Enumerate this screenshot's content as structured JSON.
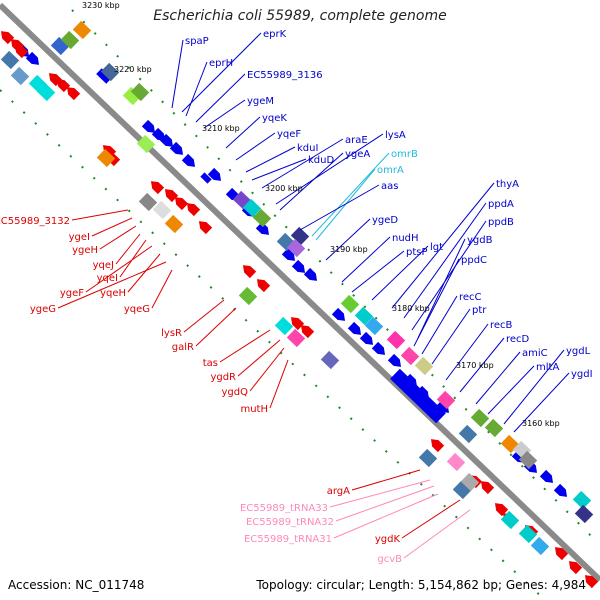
{
  "title": "Escherichia coli 55989, complete genome",
  "accession": "Accession: NC_011748",
  "stats": "Topology: circular; Length: 5,154,862 bp; Genes: 4,984",
  "colors": {
    "forward_label": "#0000cc",
    "reverse_label": "#dd0000",
    "rna_label": "#22bbdd",
    "trna_label": "#ff88bb",
    "backbone": "#8a8a8a"
  },
  "ticks": [
    "3230 kbp",
    "3220 kbp",
    "3210 kbp",
    "3200 kbp",
    "3190 kbp",
    "3180 kbp",
    "3170 kbp",
    "3160 kbp"
  ],
  "forward_labels": [
    "spaP",
    "eprK",
    "eprH",
    "EC55989_3136",
    "ygeM",
    "yqeK",
    "yqeF",
    "kduI",
    "araE",
    "lysA",
    "kduD",
    "ygeA",
    "omrB",
    "omrA",
    "aas",
    "ygeD",
    "nudH",
    "ptsP",
    "lgt",
    "thyA",
    "ppdA",
    "ppdB",
    "ygdB",
    "ppdC",
    "recC",
    "ptr",
    "recB",
    "recD",
    "amiC",
    "mltA",
    "ygdL",
    "ygdI"
  ],
  "rna_labels": [
    "omrB",
    "omrA"
  ],
  "reverse_labels": [
    "EC55989_3132",
    "ygeI",
    "ygeH",
    "yqeJ",
    "yqeI",
    "ygeF",
    "yqeH",
    "ygeG",
    "yqeG",
    "lysR",
    "galR",
    "tas",
    "ygdR",
    "ygdQ",
    "mutH",
    "argA",
    "ygdK"
  ],
  "trna_labels": [
    "EC55989_tRNA33",
    "EC55989_tRNA32",
    "EC55989_tRNA31",
    "gcvB"
  ]
}
